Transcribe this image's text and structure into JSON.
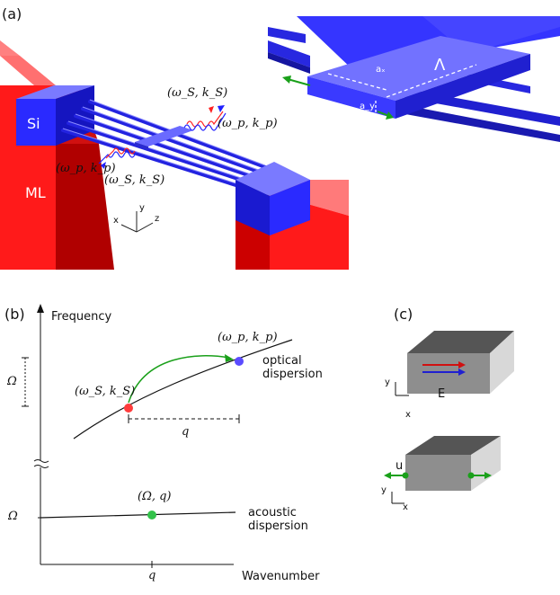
{
  "panel_a": {
    "label": "(a)",
    "si_label": "Si",
    "ml_label": "ML",
    "upper_beam_label_1": "(ω_S, k_S)",
    "upper_beam_label_2": "(ω_p, k_p)",
    "lower_beam_label_1": "(ω_p, k_p)",
    "lower_beam_label_2": "(ω_S, k_S)",
    "axis_x": "x",
    "axis_y": "y",
    "axis_z": "z",
    "inset": {
      "ax_label": "aₓ",
      "ay_label": "a_y",
      "lambda_label": "Λ"
    },
    "colors": {
      "substrate": "#ff1a1a",
      "silicon": "#3a3aff"
    }
  },
  "panel_b": {
    "label": "(b)",
    "y_axis_title": "Frequency",
    "x_axis_title": "Wavenumber",
    "optical_point_1": "(ω_S, k_S)",
    "optical_point_2": "(ω_p, k_p)",
    "optical_curve_label_1": "optical",
    "optical_curve_label_2": "dispersion",
    "gap_q_label": "q",
    "omega_bracket_label": "Ω",
    "acoustic_point": "(Ω, q)",
    "acoustic_curve_label_1": "acoustic",
    "acoustic_curve_label_2": "dispersion",
    "y_tick_omega": "Ω",
    "x_tick_q": "q",
    "axis_break": "≈",
    "colors": {
      "pump": "#5b4bff",
      "stokes": "#ff3c3c",
      "acoustic": "#33c24a",
      "arrow": "#1aa01a"
    }
  },
  "panel_c": {
    "label": "(c)",
    "top_field_label": "E",
    "top_axis_y": "y",
    "top_axis_x": "x",
    "bottom_disp_label": "u",
    "bottom_axis_y": "y",
    "bottom_axis_x": "x"
  }
}
